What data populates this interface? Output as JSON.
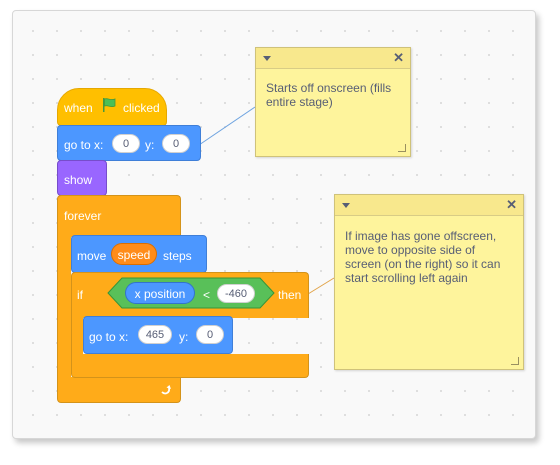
{
  "script": {
    "hat": {
      "label_when": "when",
      "label_clicked": "clicked",
      "icon": "green-flag-icon"
    },
    "goto1": {
      "label": "go to x:",
      "x": "0",
      "y_label": "y:",
      "y": "0"
    },
    "show": {
      "label": "show"
    },
    "forever": {
      "label": "forever",
      "icon": "loop-arrow-icon"
    },
    "move": {
      "label": "move",
      "var": "speed",
      "suffix": "steps"
    },
    "if": {
      "label": "if",
      "reporter": "x position",
      "operator": "<",
      "value": "-460",
      "then": "then"
    },
    "goto2": {
      "label": "go to x:",
      "x": "465",
      "y_label": "y:",
      "y": "0"
    }
  },
  "comments": [
    {
      "text": "Starts off onscreen (fills entire stage)"
    },
    {
      "text": "If image has gone offscreen, move to opposite side of screen (on the right) so it can start scrolling left again"
    }
  ],
  "colors": {
    "events": "#ffbf00",
    "motion": "#4c97ff",
    "looks": "#9966ff",
    "control": "#ffab19",
    "operators": "#59c059",
    "variables": "#ff8c1a",
    "comment": "#fef49c"
  }
}
